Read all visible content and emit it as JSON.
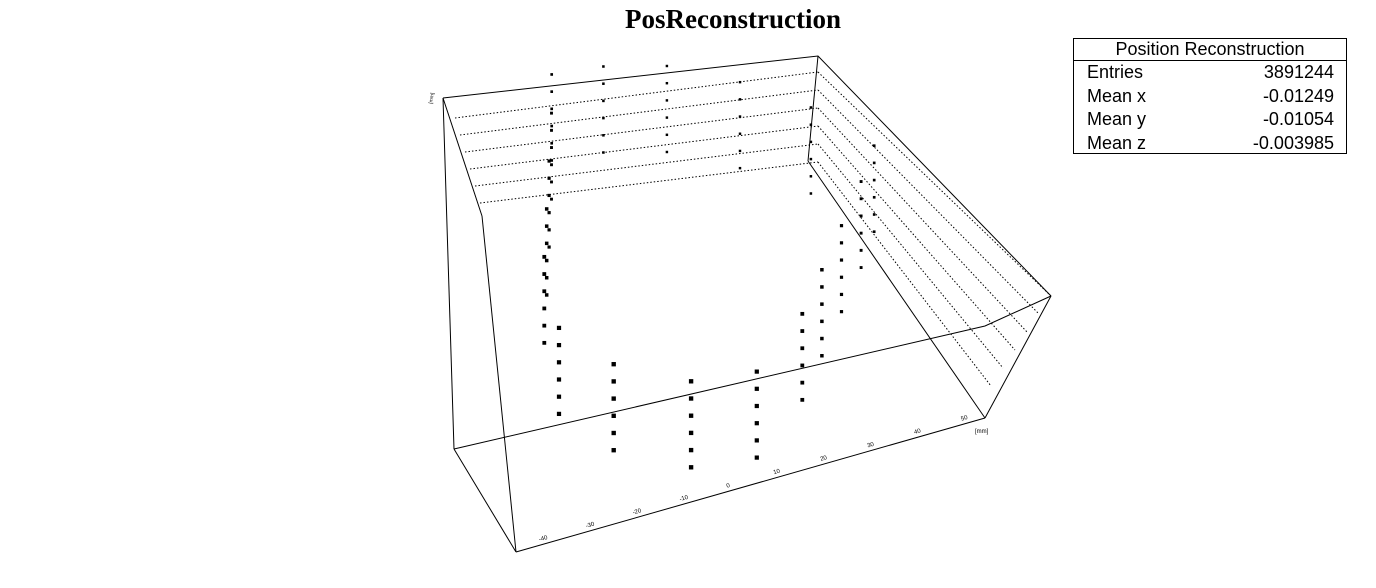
{
  "chart_data": {
    "type": "scatter",
    "title": "PosReconstruction",
    "stats_box": {
      "title": "Position Reconstruction",
      "rows": [
        {
          "label": "Entries",
          "value": "3891244"
        },
        {
          "label": "Mean x",
          "value": "-0.01249"
        },
        {
          "label": "Mean y",
          "value": "-0.01054"
        },
        {
          "label": "Mean z",
          "value": "-0.003985"
        }
      ]
    },
    "x_ticks": [
      "-40",
      "-30",
      "-20",
      "-10",
      "0",
      "10",
      "20",
      "30",
      "40",
      "50"
    ],
    "x_unit": "[mm]",
    "y_unit": "[mm]",
    "grid": true,
    "points": [
      [
        -37,
        28,
        12
      ],
      [
        -37,
        28,
        8
      ],
      [
        -37,
        28,
        4
      ],
      [
        -37,
        28,
        0
      ],
      [
        -37,
        28,
        -4
      ],
      [
        -37,
        28,
        -8
      ],
      [
        -35,
        20,
        12
      ],
      [
        -35,
        20,
        8
      ],
      [
        -35,
        20,
        4
      ],
      [
        -35,
        20,
        0
      ],
      [
        -35,
        20,
        -4
      ],
      [
        -35,
        20,
        -8
      ],
      [
        -33,
        10,
        12
      ],
      [
        -33,
        10,
        8
      ],
      [
        -33,
        10,
        4
      ],
      [
        -33,
        10,
        0
      ],
      [
        -33,
        10,
        -4
      ],
      [
        -33,
        10,
        -8
      ],
      [
        -31,
        0,
        12
      ],
      [
        -31,
        0,
        8
      ],
      [
        -31,
        0,
        4
      ],
      [
        -31,
        0,
        0
      ],
      [
        -31,
        0,
        -4
      ],
      [
        -31,
        0,
        -8
      ],
      [
        -29,
        -10,
        12
      ],
      [
        -29,
        -10,
        8
      ],
      [
        -29,
        -10,
        4
      ],
      [
        -29,
        -10,
        0
      ],
      [
        -29,
        -10,
        -4
      ],
      [
        -29,
        -10,
        -8
      ],
      [
        -22,
        -24,
        12
      ],
      [
        -22,
        -24,
        8
      ],
      [
        -22,
        -24,
        4
      ],
      [
        -22,
        -24,
        0
      ],
      [
        -22,
        -24,
        -4
      ],
      [
        -22,
        -24,
        -8
      ],
      [
        -8,
        -29,
        12
      ],
      [
        -8,
        -29,
        8
      ],
      [
        -8,
        -29,
        4
      ],
      [
        -8,
        -29,
        0
      ],
      [
        -8,
        -29,
        -4
      ],
      [
        -8,
        -29,
        -8
      ],
      [
        10,
        -29,
        12
      ],
      [
        10,
        -29,
        8
      ],
      [
        10,
        -29,
        4
      ],
      [
        10,
        -29,
        0
      ],
      [
        10,
        -29,
        -4
      ],
      [
        10,
        -29,
        -8
      ],
      [
        24,
        -24,
        12
      ],
      [
        24,
        -24,
        8
      ],
      [
        24,
        -24,
        4
      ],
      [
        24,
        -24,
        0
      ],
      [
        24,
        -24,
        -4
      ],
      [
        24,
        -24,
        -8
      ],
      [
        31,
        -10,
        12
      ],
      [
        31,
        -10,
        8
      ],
      [
        31,
        -10,
        4
      ],
      [
        31,
        -10,
        0
      ],
      [
        31,
        -10,
        -4
      ],
      [
        31,
        -10,
        -8
      ],
      [
        33,
        0,
        12
      ],
      [
        33,
        0,
        8
      ],
      [
        33,
        0,
        4
      ],
      [
        33,
        0,
        0
      ],
      [
        33,
        0,
        -4
      ],
      [
        33,
        0,
        -8
      ],
      [
        35,
        10,
        12
      ],
      [
        35,
        10,
        8
      ],
      [
        35,
        10,
        4
      ],
      [
        35,
        10,
        0
      ],
      [
        35,
        10,
        -4
      ],
      [
        35,
        10,
        -8
      ],
      [
        37,
        20,
        12
      ],
      [
        37,
        20,
        8
      ],
      [
        37,
        20,
        4
      ],
      [
        37,
        20,
        0
      ],
      [
        37,
        20,
        -4
      ],
      [
        37,
        20,
        -8
      ],
      [
        38,
        28,
        12
      ],
      [
        38,
        28,
        8
      ],
      [
        38,
        28,
        4
      ],
      [
        38,
        28,
        0
      ],
      [
        38,
        28,
        -4
      ],
      [
        38,
        28,
        -8
      ],
      [
        22,
        33,
        12
      ],
      [
        22,
        33,
        8
      ],
      [
        22,
        33,
        4
      ],
      [
        22,
        33,
        0
      ],
      [
        22,
        33,
        -4
      ],
      [
        22,
        33,
        -8
      ],
      [
        5,
        35,
        12
      ],
      [
        5,
        35,
        8
      ],
      [
        5,
        35,
        4
      ],
      [
        5,
        35,
        0
      ],
      [
        5,
        35,
        -4
      ],
      [
        5,
        35,
        -8
      ],
      [
        -12,
        35,
        12
      ],
      [
        -12,
        35,
        8
      ],
      [
        -12,
        35,
        4
      ],
      [
        -12,
        35,
        0
      ],
      [
        -12,
        35,
        -4
      ],
      [
        -12,
        35,
        -8
      ],
      [
        -26,
        32,
        12
      ],
      [
        -26,
        32,
        8
      ],
      [
        -26,
        32,
        4
      ],
      [
        -26,
        32,
        0
      ],
      [
        -26,
        32,
        -4
      ],
      [
        -26,
        32,
        -8
      ]
    ]
  }
}
